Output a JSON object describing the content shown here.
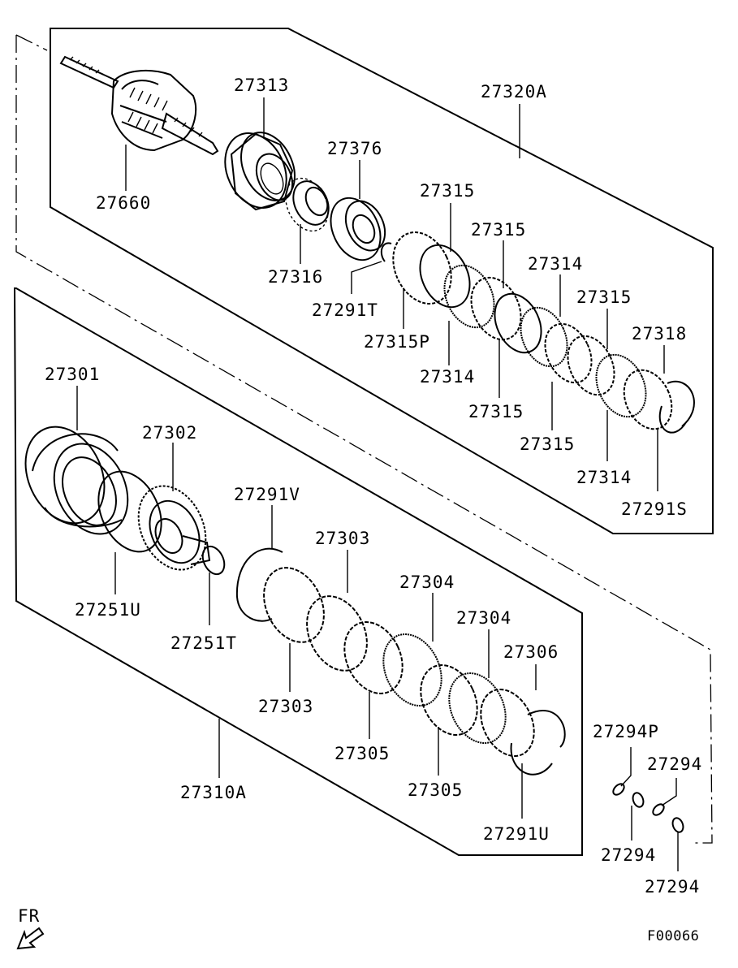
{
  "labels": {
    "p27660": "27660",
    "p27313": "27313",
    "p27320A": "27320A",
    "p27376": "27376",
    "p27316": "27316",
    "p27291T": "27291T",
    "p27315P": "27315P",
    "p27315_a": "27315",
    "p27315_b": "27315",
    "p27315_c": "27315",
    "p27315_d": "27315",
    "p27315_e": "27315",
    "p27314_a": "27314",
    "p27314_b": "27314",
    "p27314_c": "27314",
    "p27318": "27318",
    "p27291S": "27291S",
    "p27301": "27301",
    "p27302": "27302",
    "p27291V": "27291V",
    "p27303_a": "27303",
    "p27303_b": "27303",
    "p27304_a": "27304",
    "p27304_b": "27304",
    "p27306": "27306",
    "p27251U": "27251U",
    "p27251T": "27251T",
    "p27305_a": "27305",
    "p27305_b": "27305",
    "p27291U": "27291U",
    "p27310A": "27310A",
    "p27294P": "27294P",
    "p27294_a": "27294",
    "p27294_b": "27294",
    "p27294_c": "27294"
  },
  "front_marker": "FR",
  "figure_code": "F00066",
  "icons": [
    "front-arrow-icon"
  ]
}
